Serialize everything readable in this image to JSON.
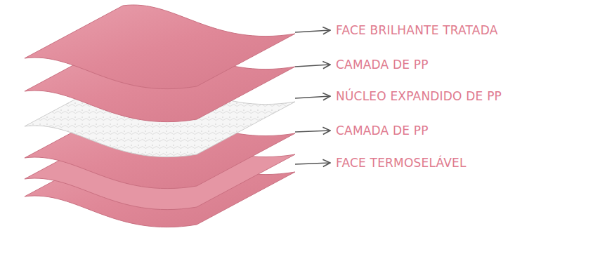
{
  "diagram": {
    "labels": [
      "FACE BRILHANTE TRATADA",
      "CAMADA DE PP",
      "NÚCLEO EXPANDIDO DE PP",
      "CAMADA DE PP",
      "FACE TERMOSELÁVEL"
    ]
  }
}
